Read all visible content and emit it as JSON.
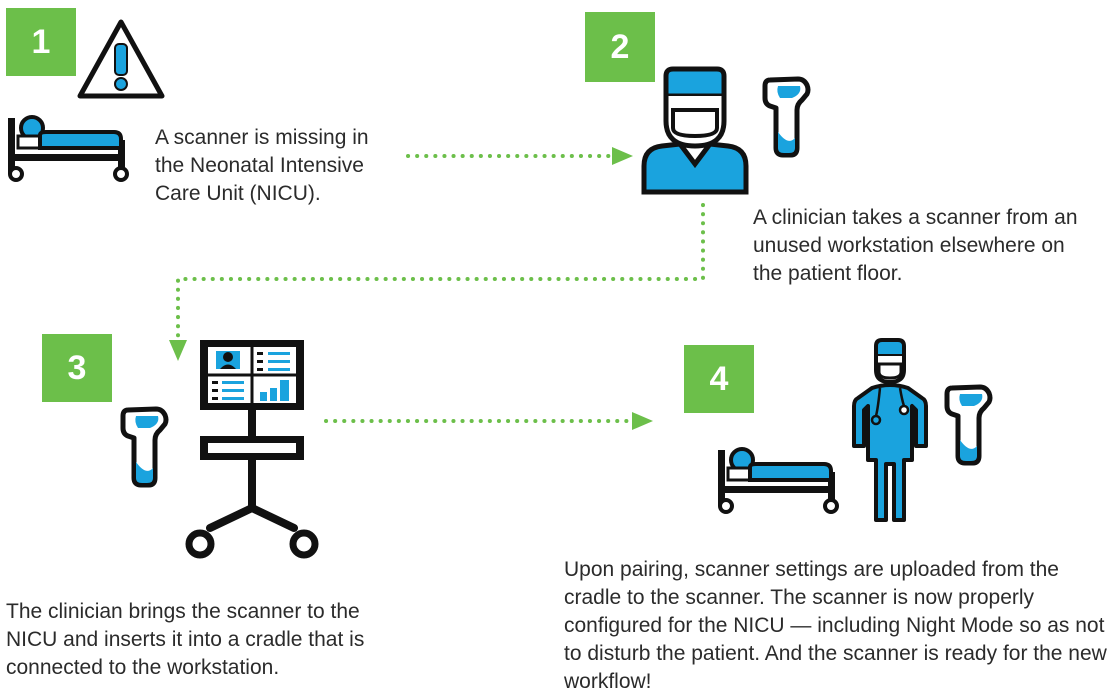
{
  "colors": {
    "accent_green": "#6cbf4a",
    "illustration_blue": "#1aa3de",
    "ink": "#111111"
  },
  "steps": [
    {
      "number": "1",
      "icons": [
        "warning-icon",
        "patient-bed-icon"
      ],
      "text": "A scanner is missing in the Neonatal Intensive Care Unit (NICU)."
    },
    {
      "number": "2",
      "icons": [
        "clinician-icon",
        "scanner-icon"
      ],
      "text": "A clinician takes a scanner from an unused workstation elsewhere on the patient floor."
    },
    {
      "number": "3",
      "icons": [
        "scanner-icon",
        "workstation-cart-icon"
      ],
      "text": "The clinician brings the scanner to the NICU and inserts it into a cradle that is connected to the workstation."
    },
    {
      "number": "4",
      "icons": [
        "patient-bed-icon",
        "nurse-icon",
        "scanner-icon"
      ],
      "text": "Upon pairing, scanner settings are uploaded from the cradle to the scanner. The scanner is now properly configured for the NICU — including Night Mode so as not to disturb the patient. And the scanner is ready for the new workflow!"
    }
  ]
}
